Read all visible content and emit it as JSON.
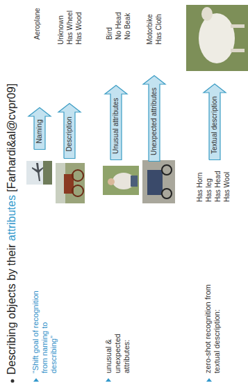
{
  "diagram": {
    "title": "Describing objects by their attributes [Farhardi&al@cvpr09]",
    "nodes": [
      {
        "text": [
          "Naming"
        ]
      },
      {
        "text": [
          "Description"
        ]
      },
      {
        "text": [
          "Unusual attributes"
        ]
      },
      {
        "text": [
          "Unexpected attributes"
        ]
      },
      {
        "text": [
          "Textual description"
        ]
      }
    ],
    "labels": [
      "“Shift goal of recognition from naming to describing”",
      "unusual & unexpected attributes:",
      "zero-shot recognition from textual description:",
      "Aeroplane",
      "Unknown",
      "Has Wheel",
      "Has Wood",
      "Bird",
      "No Head",
      "No Beak",
      "Motorbike",
      "Has Cloth",
      "Has Horn",
      "Has leg",
      "Has Head",
      "Has Wool"
    ]
  }
}
